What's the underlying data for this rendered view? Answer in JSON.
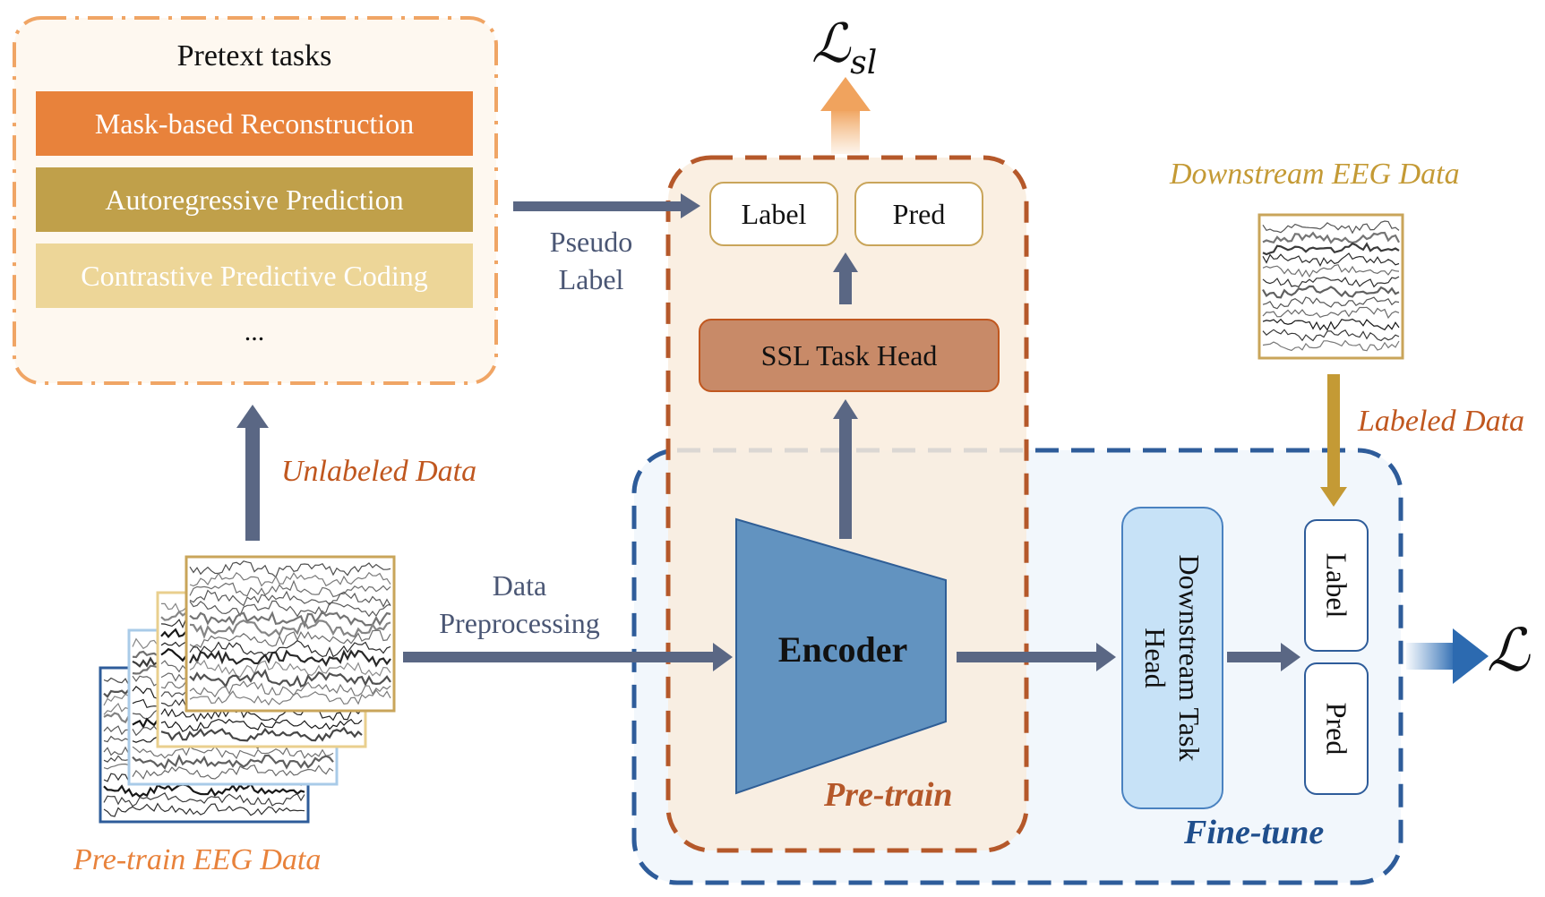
{
  "pretext": {
    "title": "Pretext tasks",
    "tasks": [
      {
        "label": "Mask-based Reconstruction",
        "color": "#E8823B"
      },
      {
        "label": "Autoregressive Prediction",
        "color": "#C0A04A"
      },
      {
        "label": "Contrastive Predictive Coding",
        "color": "#EDD698"
      }
    ],
    "more": "..."
  },
  "loss_top": {
    "script": "ℒ",
    "subscript": "sl"
  },
  "loss_right": {
    "script": "ℒ"
  },
  "pseudo_label": {
    "line1": "Pseudo",
    "line2": "Label"
  },
  "ssl": {
    "label_box": "Label",
    "pred_box": "Pred",
    "head": "SSL Task Head"
  },
  "encoder": {
    "label": "Encoder"
  },
  "regions": {
    "pretrain": "Pre-train",
    "finetune": "Fine-tune"
  },
  "data": {
    "unlabeled": "Unlabeled Data",
    "pretrain_eeg": "Pre-train EEG Data",
    "preprocessing_line1": "Data",
    "preprocessing_line2": "Preprocessing",
    "downstream_eeg": "Downstream EEG Data",
    "labeled": "Labeled Data"
  },
  "downstream": {
    "head": "Downstream Task Head",
    "head_line1": "Downstream Task",
    "head_line2": "Head",
    "label_box": "Label",
    "pred_box": "Pred"
  },
  "colors": {
    "orange": "#E8823B",
    "dashed_orange": "#B5582A",
    "blue_dashed": "#2E5C9A",
    "arrow_slate": "#5A6784",
    "encoder_fill": "#6293C0",
    "ssl_head_fill": "#C88A68",
    "gold": "#C49A35",
    "downstream_head_fill": "#C7E2F7"
  }
}
